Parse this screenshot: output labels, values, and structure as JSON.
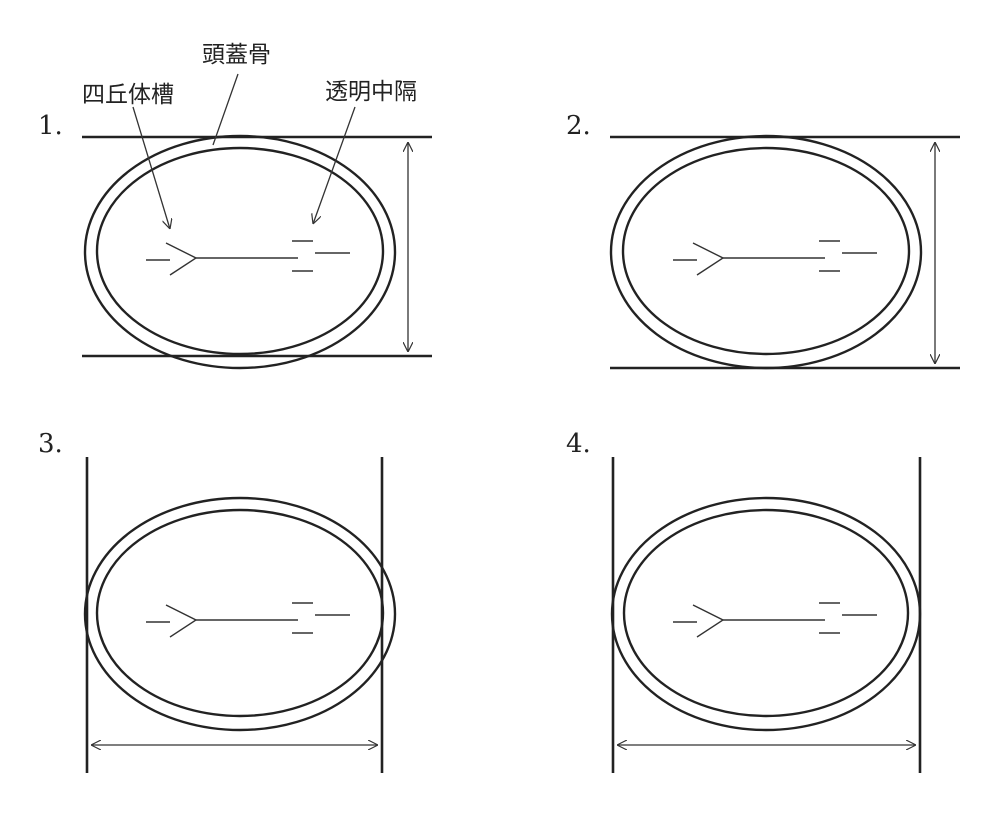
{
  "panels": [
    {
      "number": "1.",
      "measure": "vertical",
      "variant": "misaligned"
    },
    {
      "number": "2.",
      "measure": "vertical",
      "variant": "aligned"
    },
    {
      "number": "3.",
      "measure": "horizontal",
      "variant": "misaligned"
    },
    {
      "number": "4.",
      "measure": "horizontal",
      "variant": "aligned"
    }
  ],
  "annotations": {
    "skull": "頭蓋骨",
    "quadrigeminal_cistern": "四丘体槽",
    "septum_pellucidum": "透明中隔"
  },
  "colors": {
    "line": "#222222",
    "background": "#ffffff"
  }
}
